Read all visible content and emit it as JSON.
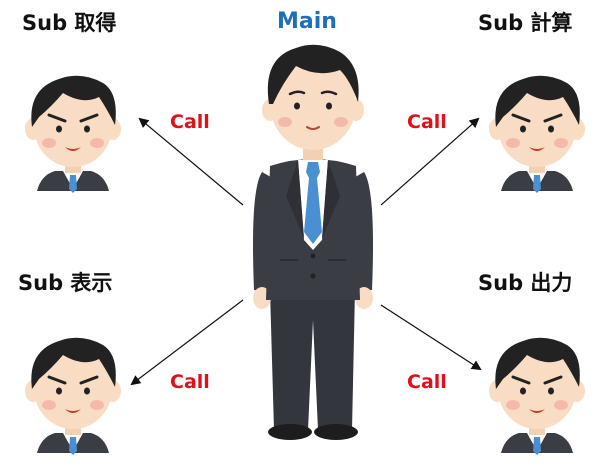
{
  "main": {
    "label": "Main"
  },
  "subs": {
    "top_left": {
      "label": "Sub 取得"
    },
    "top_right": {
      "label": "Sub 計算"
    },
    "bottom_left": {
      "label": "Sub 表示"
    },
    "bottom_right": {
      "label": "Sub 出力"
    }
  },
  "calls": {
    "top_left": "Call",
    "top_right": "Call",
    "bottom_left": "Call",
    "bottom_right": "Call"
  },
  "colors": {
    "main_label": "#1d6fb8",
    "call_label": "#e0101a",
    "suit": "#3a3d44",
    "tie": "#4a8fd1",
    "skin": "#f9dcc4",
    "hair": "#222222"
  }
}
